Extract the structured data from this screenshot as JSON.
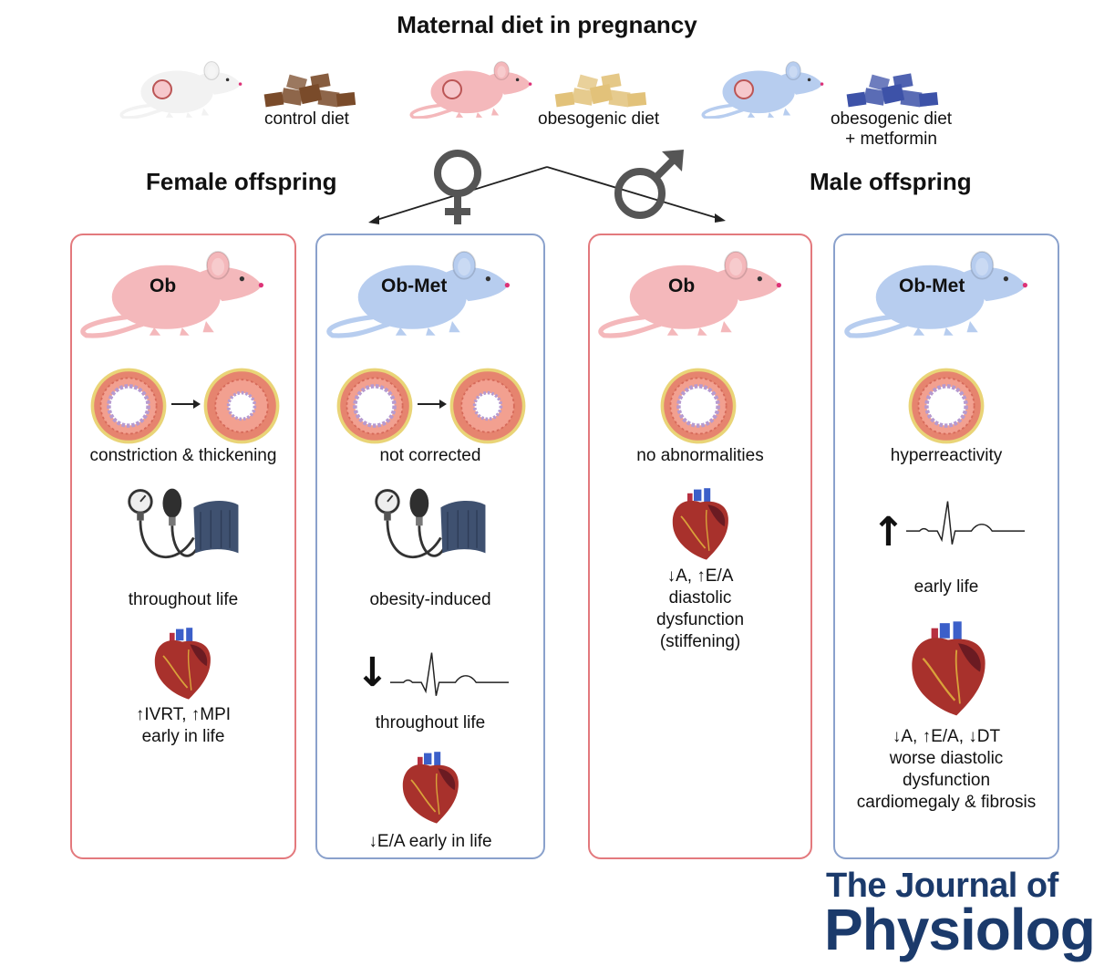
{
  "header": {
    "title": "Maternal diet in pregnancy",
    "diets": [
      {
        "label": "control diet",
        "color": "#8a5a3a"
      },
      {
        "label": "obesogenic diet",
        "color": "#e2c27a"
      },
      {
        "label_line1": "obesogenic diet",
        "label_line2": "+ metformin",
        "color": "#3d52a8"
      }
    ]
  },
  "offspring": {
    "female": "Female offspring",
    "male": "Male offspring",
    "female_icon": "female-symbol-icon",
    "male_icon": "male-symbol-icon"
  },
  "panels": {
    "female_ob": {
      "label": "Ob",
      "vessel": "constriction & thickening",
      "bp": "throughout life",
      "heart_line1": "↑IVRT, ↑MPI",
      "heart_line2": "early in life"
    },
    "female_met": {
      "label": "Ob-Met",
      "vessel": "not corrected",
      "bp": "obesity-induced",
      "hr_arrow": "↓",
      "hr": "throughout life",
      "heart": "↓E/A early in life"
    },
    "male_ob": {
      "label": "Ob",
      "vessel": "no abnormalities",
      "heart_line1": "↓A, ↑E/A",
      "heart_line2": "diastolic",
      "heart_line3": "dysfunction",
      "heart_line4": "(stiffening)"
    },
    "male_met": {
      "label": "Ob-Met",
      "vessel": "hyperreactivity",
      "hr_arrow": "↑",
      "hr": "early life",
      "heart_line1": "↓A, ↑E/A, ↓DT",
      "heart_line2": "worse diastolic",
      "heart_line3": "dysfunction",
      "heart_line4": "cardiomegaly & fibrosis"
    }
  },
  "colors": {
    "ob_border": "#e3797d",
    "met_border": "#8aa1cc",
    "mouse_pink": "#f4b8bb",
    "mouse_blue": "#b7cdef",
    "mouse_white": "#f2f2f2"
  },
  "journal": {
    "line1": "The Journal of",
    "line2": "Physiology"
  }
}
